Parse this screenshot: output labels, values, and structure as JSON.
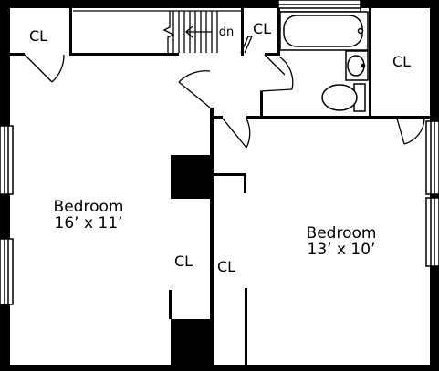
{
  "rooms": {
    "bedroom_left": {
      "name": "Bedroom",
      "size": "16’ x 11’"
    },
    "bedroom_right": {
      "name": "Bedroom",
      "size": "13’ x 10’"
    }
  },
  "closets": {
    "top_left": "CL",
    "hall": "CL",
    "bath_right": "CL",
    "center_left": "CL",
    "center_right": "CL"
  },
  "stair": {
    "direction": "dn"
  }
}
